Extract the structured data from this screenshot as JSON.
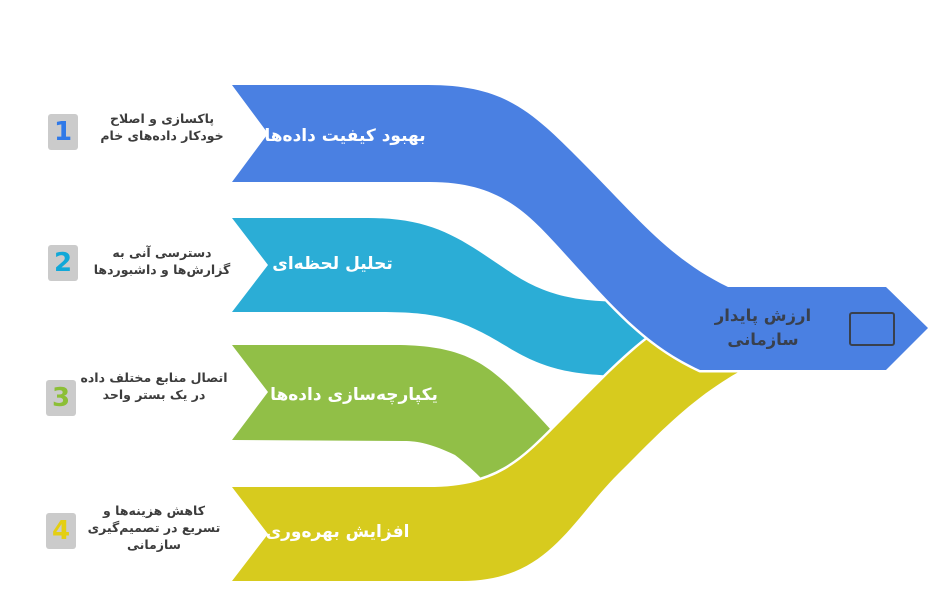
{
  "bands": [
    {
      "number": "1",
      "number_color": "#2f79e8",
      "color": "#4a80e2",
      "label": "بهبود کیفیت داده‌ها",
      "desc": "پاکسازی و اصلاح خودکار داده‌های خام"
    },
    {
      "number": "2",
      "number_color": "#11a8d8",
      "color": "#2badd6",
      "label": "تحلیل لحظه‌ای",
      "desc": "دسترسی آنی به گزارش‌ها و داشبوردها"
    },
    {
      "number": "3",
      "number_color": "#8cbf36",
      "color": "#91bf47",
      "label": "یکپارچه‌سازی داده‌ها",
      "desc": "اتصال منابع مختلف داده در یک بستر واحد"
    },
    {
      "number": "4",
      "number_color": "#e4cf13",
      "color": "#d7cb1e",
      "label": "افزایش بهره‌وری",
      "desc": "کاهش هزینه‌ها و تسریع در تصمیم‌گیری سازمانی"
    }
  ],
  "result": {
    "line1": "ارزش پایدار",
    "line2": "سازمانی"
  },
  "outline_color": "#ffffff"
}
